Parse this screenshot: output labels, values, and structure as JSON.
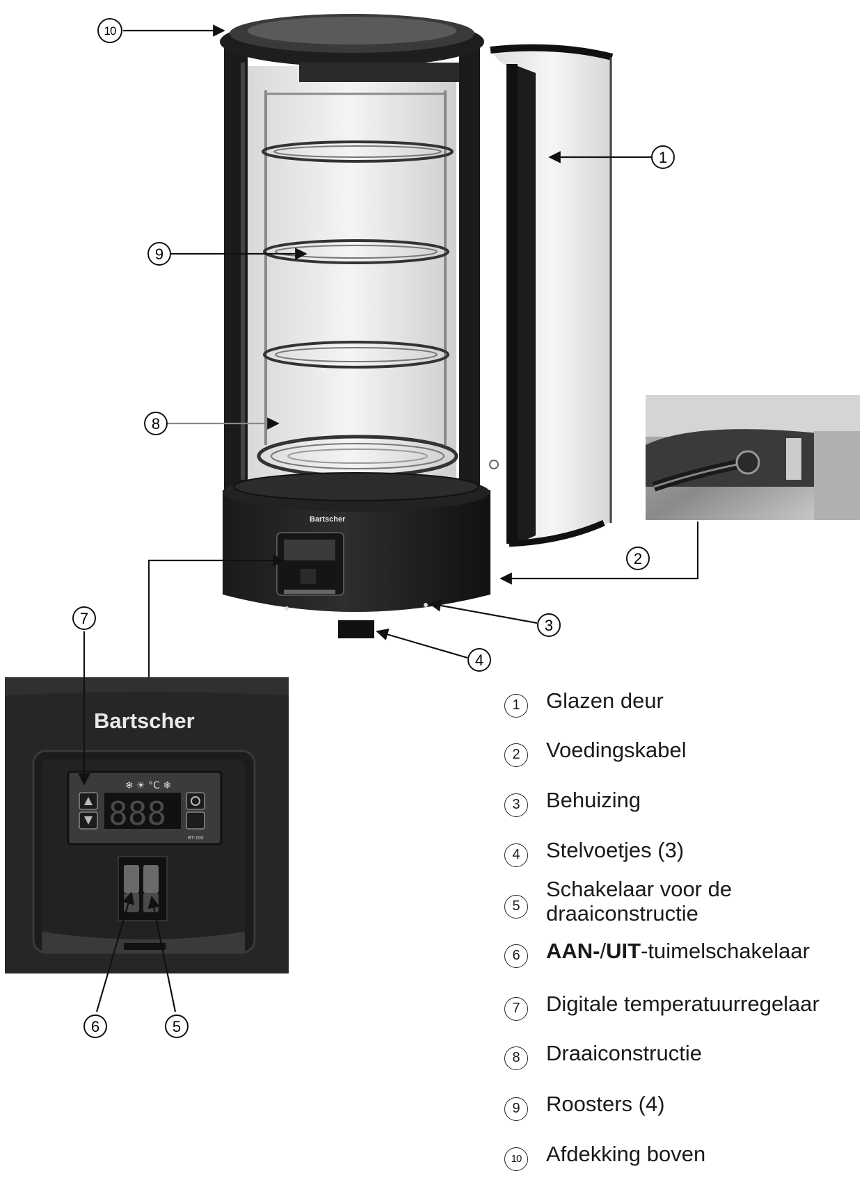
{
  "callouts": [
    "1",
    "2",
    "3",
    "4",
    "5",
    "6",
    "7",
    "8",
    "9",
    "10"
  ],
  "brand": {
    "logo_small": "Bartscher",
    "logo_large": "Bartscher",
    "controller_symbols": "❄ ☀   °C ❄",
    "controller_model": "BT-100",
    "controller_display": "888"
  },
  "legend": [
    {
      "num": "1",
      "text": "Glazen deur"
    },
    {
      "num": "2",
      "text": "Voedingskabel"
    },
    {
      "num": "3",
      "text": "Behuizing"
    },
    {
      "num": "4",
      "text": "Stelvoetjes (3)"
    },
    {
      "num": "5",
      "text_line1": "Schakelaar voor de",
      "text_line2": "draaiconstructie"
    },
    {
      "num": "6",
      "text_bold1": "AAN-",
      "text_sep": "/",
      "text_bold2": "UIT",
      "text_rest": "-tuimelschakelaar"
    },
    {
      "num": "7",
      "text": "Digitale temperatuurregelaar"
    },
    {
      "num": "8",
      "text": "Draaiconstructie"
    },
    {
      "num": "9",
      "text": "Roosters (4)"
    },
    {
      "num": "10",
      "text": "Afdekking boven"
    }
  ]
}
